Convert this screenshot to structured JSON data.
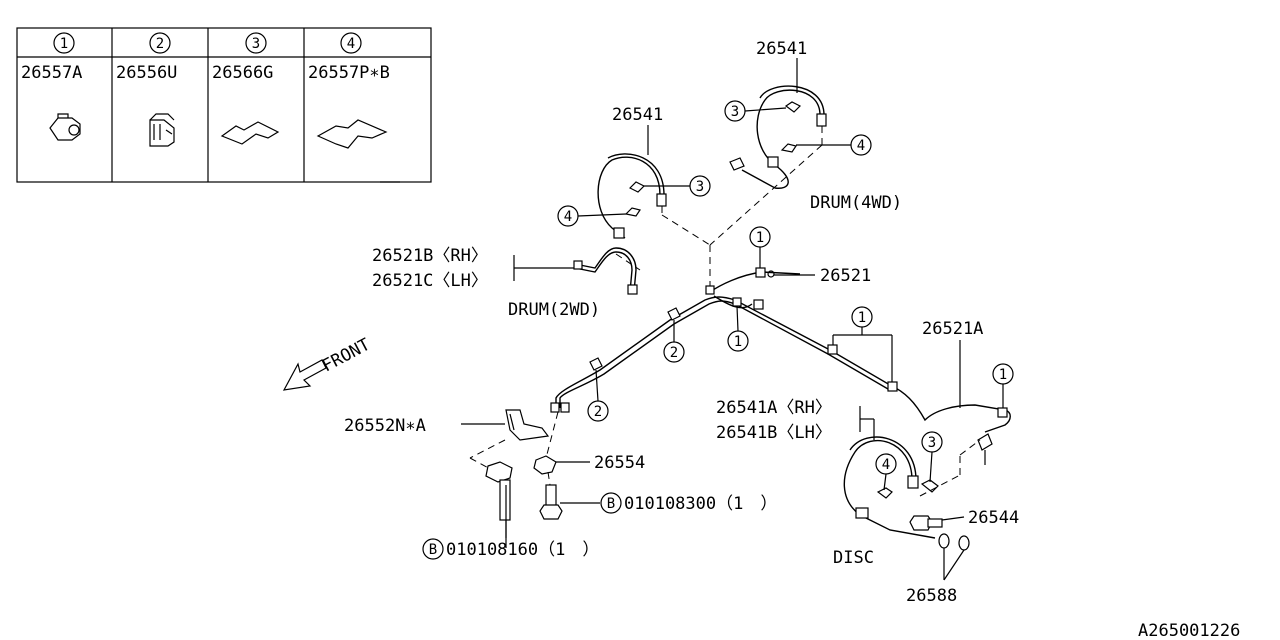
{
  "legend": {
    "columns": [
      {
        "index": "1",
        "part": "26557A"
      },
      {
        "index": "2",
        "part": "26556U"
      },
      {
        "index": "3",
        "part": "26566G"
      },
      {
        "index": "4",
        "part": "26557P∗B"
      }
    ]
  },
  "labels": {
    "hose_4wd": "26541",
    "hose_2wd": "26541",
    "drum_4wd": "DRUM(4WD)",
    "drum_2wd": "DRUM(2WD)",
    "pipe_rh": "26521B〈RH〉",
    "pipe_lh": "26521C〈LH〉",
    "pipe_26521": "26521",
    "pipe_26521a": "26521A",
    "front": "FRONT",
    "bracket": "26552N∗A",
    "clamp": "26554",
    "bolt_upper_circle": "B",
    "bolt_upper": "010108300（1　）",
    "bolt_lower_circle": "B",
    "bolt_lower": "010108160（1　）",
    "hose_disc_rh": "26541A〈RH〉",
    "hose_disc_lh": "26541B〈LH〉",
    "union_bolt": "26544",
    "gasket": "26588",
    "disc": "DISC",
    "diagram_id": "A265001226"
  },
  "callouts": {
    "c1a": "1",
    "c1b": "1",
    "c1c": "1",
    "c1d": "1",
    "c2a": "2",
    "c2b": "2",
    "c3a": "3",
    "c3b": "3",
    "c3c": "3",
    "c4a": "4",
    "c4b": "4",
    "c4c": "4"
  }
}
